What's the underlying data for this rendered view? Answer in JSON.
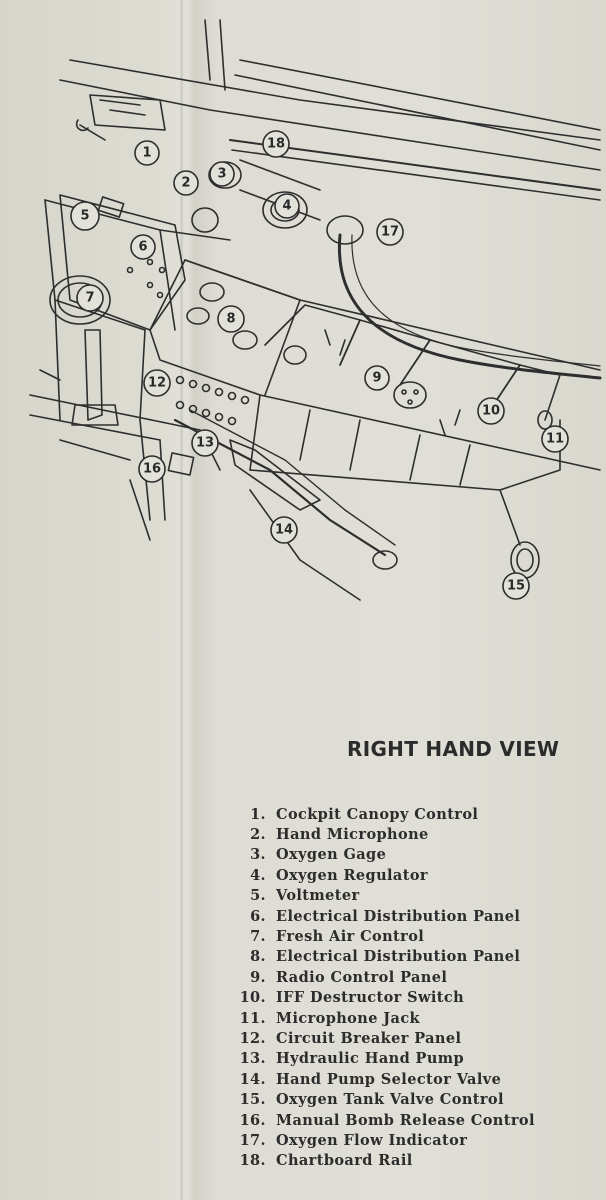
{
  "heading": "RIGHT HAND VIEW",
  "callouts": [
    "1",
    "2",
    "3",
    "4",
    "5",
    "6",
    "7",
    "8",
    "9",
    "10",
    "11",
    "12",
    "13",
    "14",
    "15",
    "16",
    "17",
    "18"
  ],
  "legend": [
    {
      "num": "1.",
      "label": "Cockpit Canopy Control"
    },
    {
      "num": "2.",
      "label": "Hand Microphone"
    },
    {
      "num": "3.",
      "label": "Oxygen Gage"
    },
    {
      "num": "4.",
      "label": "Oxygen Regulator"
    },
    {
      "num": "5.",
      "label": "Voltmeter"
    },
    {
      "num": "6.",
      "label": "Electrical Distribution Panel"
    },
    {
      "num": "7.",
      "label": "Fresh Air Control"
    },
    {
      "num": "8.",
      "label": "Electrical Distribution Panel"
    },
    {
      "num": "9.",
      "label": "Radio Control Panel"
    },
    {
      "num": "10.",
      "label": "IFF Destructor Switch"
    },
    {
      "num": "11.",
      "label": "Microphone Jack"
    },
    {
      "num": "12.",
      "label": "Circuit Breaker Panel"
    },
    {
      "num": "13.",
      "label": "Hydraulic Hand Pump"
    },
    {
      "num": "14.",
      "label": "Hand Pump Selector Valve"
    },
    {
      "num": "15.",
      "label": "Oxygen Tank Valve Control"
    },
    {
      "num": "16.",
      "label": "Manual Bomb Release Control"
    },
    {
      "num": "17.",
      "label": "Oxygen Flow Indicator"
    },
    {
      "num": "18.",
      "label": "Chartboard Rail"
    }
  ]
}
